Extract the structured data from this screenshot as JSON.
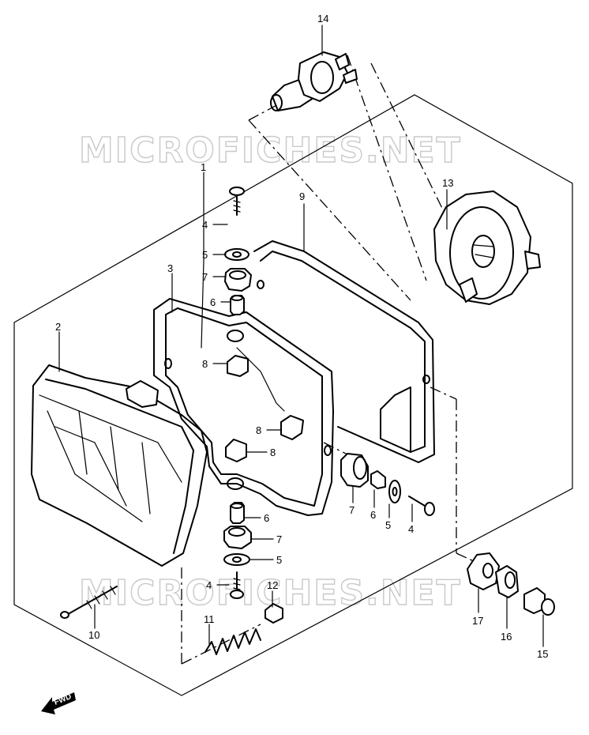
{
  "watermark": "MICROFICHES.NET",
  "fwd_label": "FWD",
  "callouts": [
    {
      "id": "1",
      "label": "1"
    },
    {
      "id": "2",
      "label": "2"
    },
    {
      "id": "3",
      "label": "3"
    },
    {
      "id": "4a",
      "label": "4"
    },
    {
      "id": "4b",
      "label": "4"
    },
    {
      "id": "4c",
      "label": "4"
    },
    {
      "id": "5a",
      "label": "5"
    },
    {
      "id": "5b",
      "label": "5"
    },
    {
      "id": "5c",
      "label": "5"
    },
    {
      "id": "6a",
      "label": "6"
    },
    {
      "id": "6b",
      "label": "6"
    },
    {
      "id": "6c",
      "label": "6"
    },
    {
      "id": "7a",
      "label": "7"
    },
    {
      "id": "7b",
      "label": "7"
    },
    {
      "id": "7c",
      "label": "7"
    },
    {
      "id": "8a",
      "label": "8"
    },
    {
      "id": "8b",
      "label": "8"
    },
    {
      "id": "8c",
      "label": "8"
    },
    {
      "id": "9",
      "label": "9"
    },
    {
      "id": "10",
      "label": "10"
    },
    {
      "id": "11",
      "label": "11"
    },
    {
      "id": "12",
      "label": "12"
    },
    {
      "id": "13",
      "label": "13"
    },
    {
      "id": "14",
      "label": "14"
    },
    {
      "id": "15",
      "label": "15"
    },
    {
      "id": "16",
      "label": "16"
    },
    {
      "id": "17",
      "label": "17"
    }
  ]
}
